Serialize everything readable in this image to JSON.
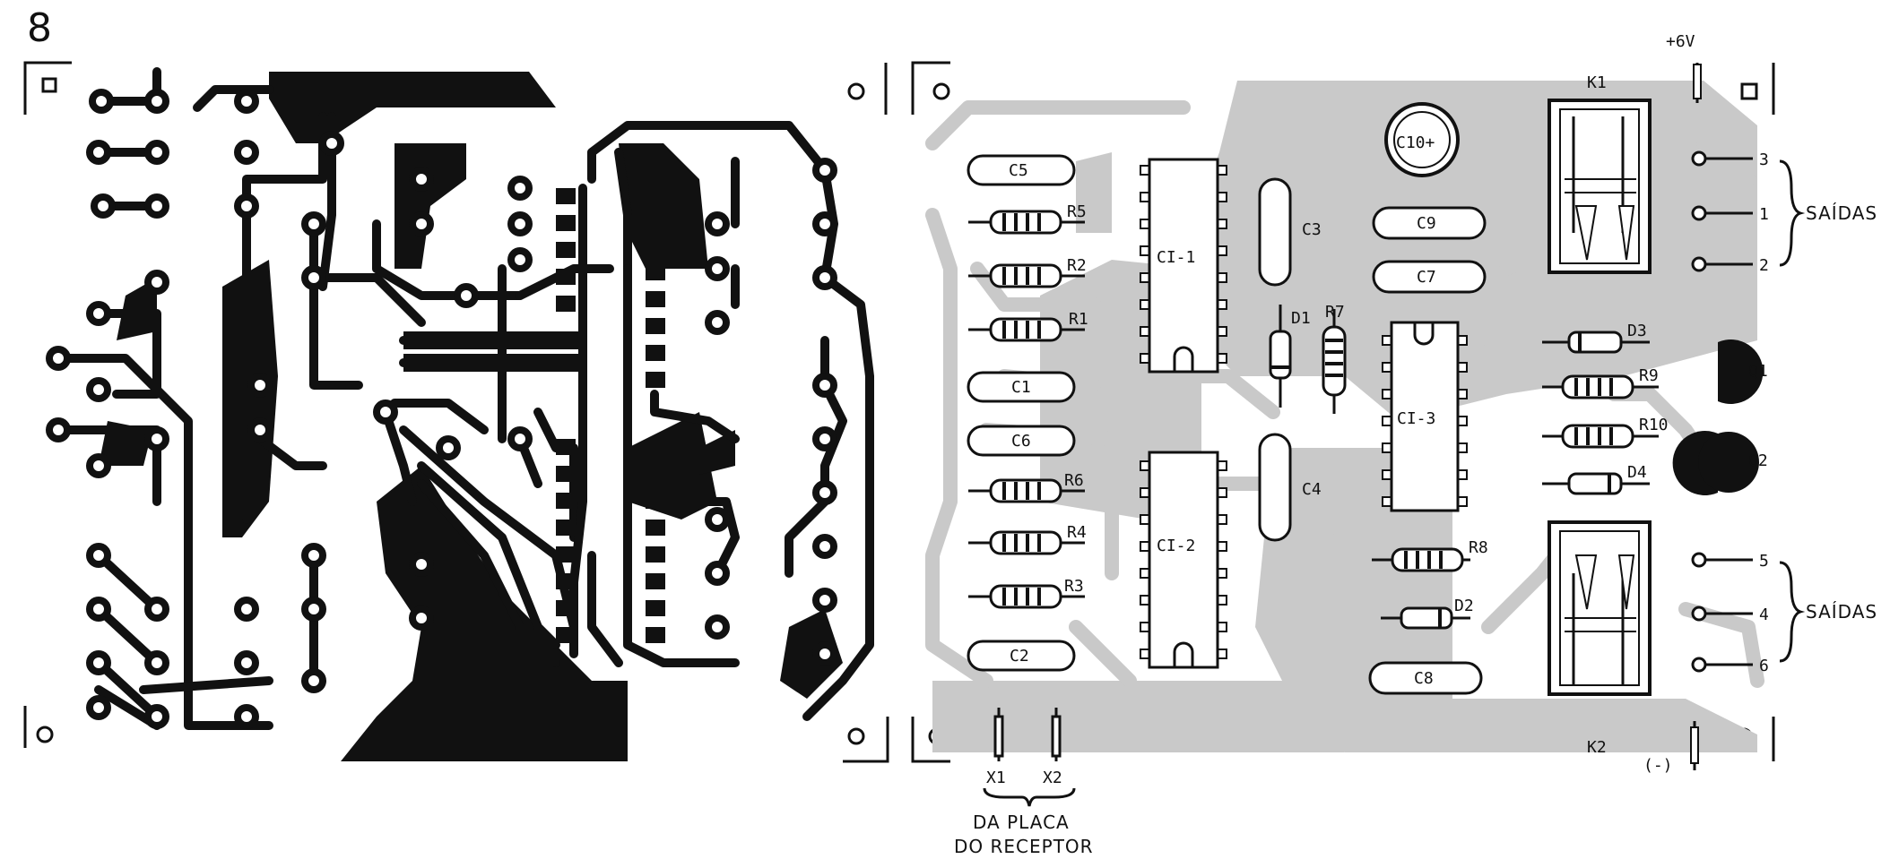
{
  "figure_number": "8",
  "colors": {
    "ink": "#111111",
    "board_gray": "#c9c9c9",
    "paper": "#ffffff"
  },
  "power_label": "+6V",
  "ground_label": "(-)",
  "relays": {
    "k1": "K1",
    "k2": "K2"
  },
  "outputs_top": {
    "group_label": "SAÍDAS",
    "pins": [
      "3",
      "1",
      "2"
    ]
  },
  "outputs_bottom": {
    "group_label": "SAÍDAS",
    "pins": [
      "5",
      "4",
      "6"
    ]
  },
  "inputs": {
    "x1": "X1",
    "x2": "X2",
    "source_line1": "DA PLACA",
    "source_line2": "DO RECEPTOR"
  },
  "components": {
    "c5": "C5",
    "r5": "R5",
    "r2": "R2",
    "r1": "R1",
    "c1": "C1",
    "c6": "C6",
    "r6": "R6",
    "r4": "R4",
    "r3": "R3",
    "c2": "C2",
    "ci1": "CI-1",
    "ci2": "CI-2",
    "ci3": "CI-3",
    "c3": "C3",
    "c4": "C4",
    "c9": "C9",
    "c7": "C7",
    "c8": "C8",
    "c10": "C10+",
    "d1": "D1",
    "r7": "R7",
    "d2": "D2",
    "r8": "R8",
    "d3": "D3",
    "r9": "R9",
    "r10": "R10",
    "d4": "D4",
    "q1": "Q1",
    "q2": "Q2"
  }
}
